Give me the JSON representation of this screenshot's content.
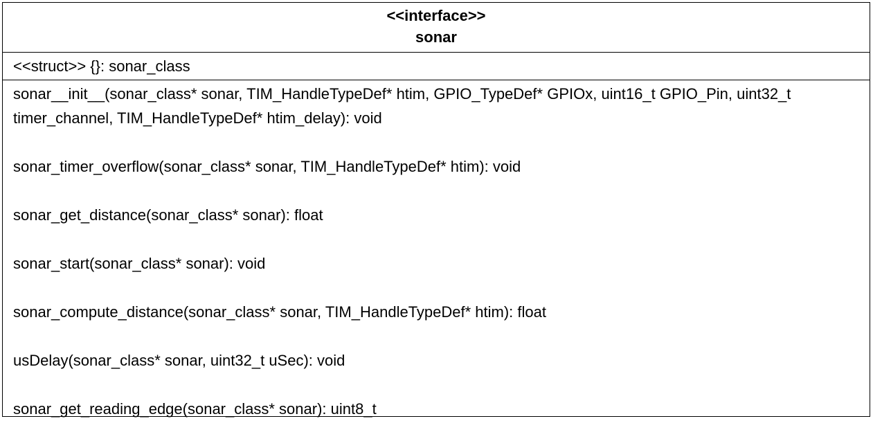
{
  "class_box": {
    "stereotype": "<<interface>>",
    "name": "sonar",
    "attribute": "<<struct>> {}: sonar_class",
    "operations": [
      "sonar__init__(sonar_class* sonar, TIM_HandleTypeDef* htim, GPIO_TypeDef* GPIOx, uint16_t GPIO_Pin, uint32_t timer_channel, TIM_HandleTypeDef* htim_delay): void",
      "sonar_timer_overflow(sonar_class* sonar, TIM_HandleTypeDef* htim): void",
      "sonar_get_distance(sonar_class* sonar): float",
      "sonar_start(sonar_class* sonar): void",
      "sonar_compute_distance(sonar_class* sonar, TIM_HandleTypeDef* htim): float",
      "usDelay(sonar_class* sonar, uint32_t uSec): void",
      "sonar_get_reading_edge(sonar_class* sonar): uint8_t"
    ]
  }
}
